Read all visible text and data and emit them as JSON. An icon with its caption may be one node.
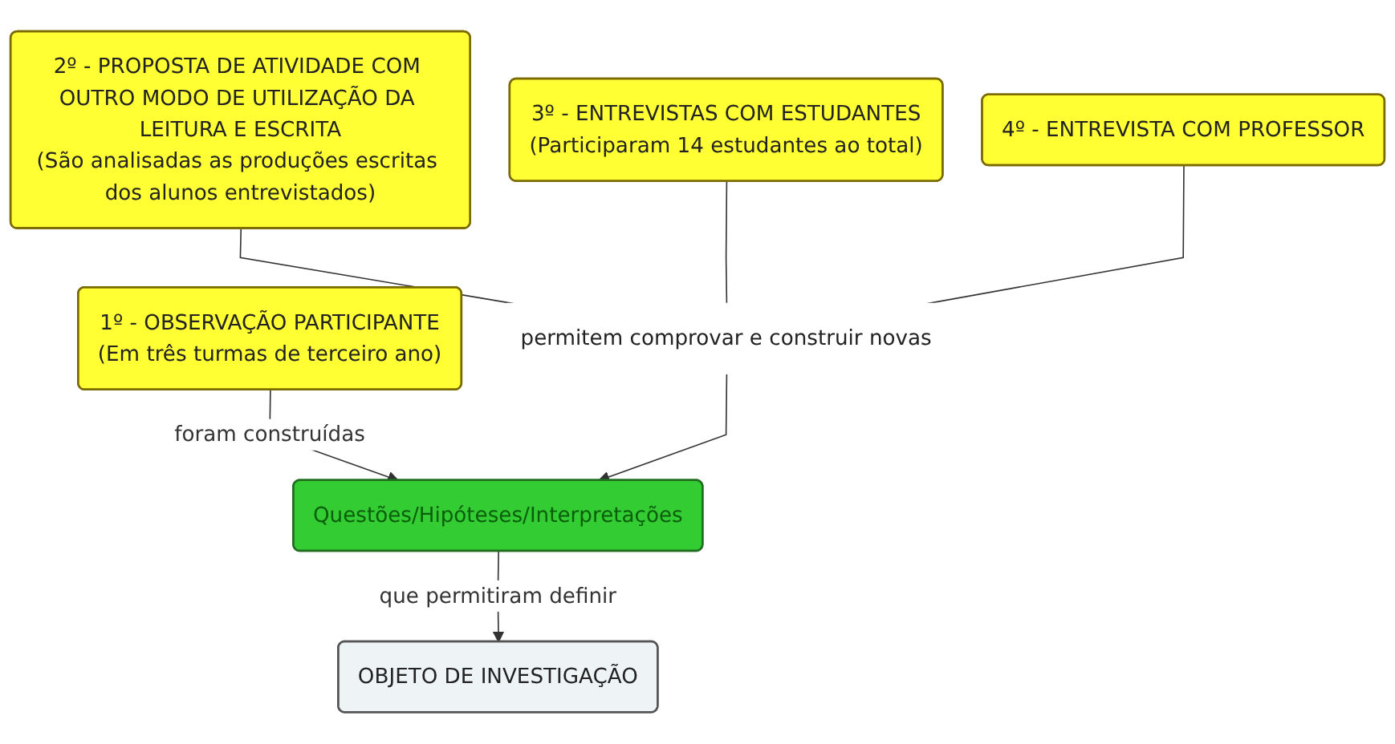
{
  "diagram": {
    "nodes": [
      {
        "text": [
          "1º - OBSERVAÇÃO PARTICIPANTE",
          "(Em três turmas de terceiro ano)"
        ]
      },
      {
        "text": [
          "2º - PROPOSTA DE ATIVIDADE COM OUTRO MODO DE UTILIZAÇÃO DA LEITURA E ESCRITA",
          "(São analisadas as produções escritas dos alunos entrevistados)"
        ]
      },
      {
        "text": [
          "Questões/Hipóteses/Interpretações"
        ]
      },
      {
        "text": [
          "permitem comprovar e construir novas"
        ]
      },
      {
        "text": [
          "3º - ENTREVISTAS COM ESTUDANTES",
          "(Participaram 14 estudantes ao total)"
        ]
      },
      {
        "text": [
          "4º - ENTREVISTA COM PROFESSOR"
        ]
      },
      {
        "text": [
          "OBJETO DE INVESTIGAÇÃO"
        ]
      }
    ],
    "edges": [
      {
        "from": 0,
        "to": 2,
        "arrow": "to",
        "label": "foram construídas"
      },
      {
        "from": 1,
        "to": 3,
        "arrow": "none"
      },
      {
        "from": 4,
        "to": 3,
        "arrow": "none"
      },
      {
        "from": 5,
        "to": 3,
        "arrow": "none"
      },
      {
        "from": 3,
        "to": 2,
        "arrow": "to"
      },
      {
        "from": 2,
        "to": 6,
        "arrow": "to",
        "label": "que permitiram definir"
      }
    ]
  }
}
